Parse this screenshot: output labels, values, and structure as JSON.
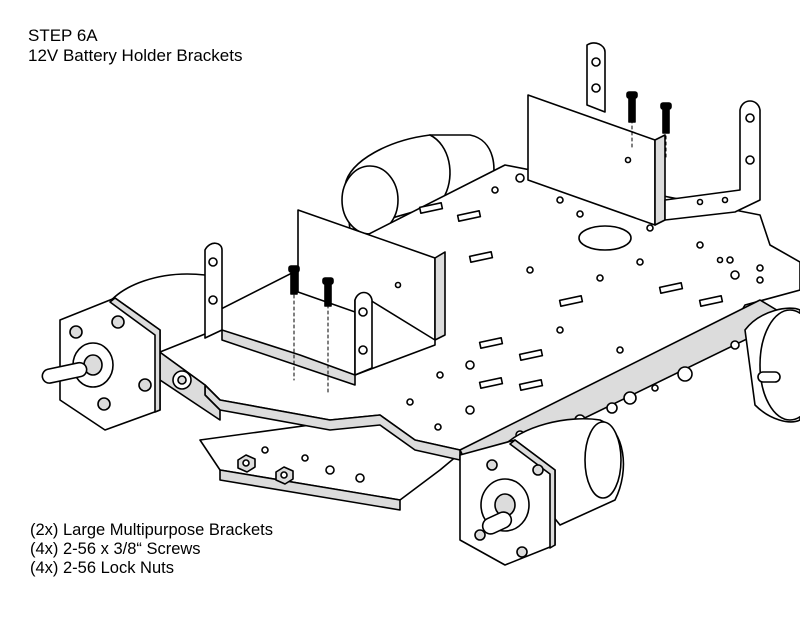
{
  "step": {
    "title": "STEP 6A",
    "subtitle": "12V Battery Holder Brackets"
  },
  "parts_list": [
    "(2x) Large Multipurpose Brackets",
    "(4x) 2-56 x 3/8“ Screws",
    "(4x) 2-56 Lock Nuts"
  ],
  "colors": {
    "line": "#000000",
    "fill": "#ffffff",
    "shade": "#dcdcdc"
  }
}
